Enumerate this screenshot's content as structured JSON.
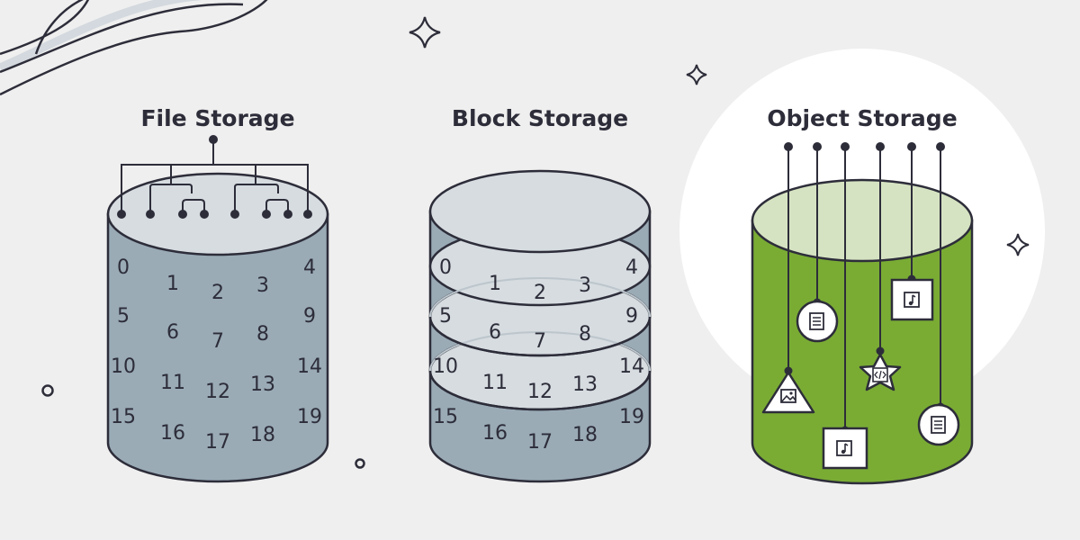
{
  "titles": {
    "file": "File Storage",
    "block": "Block Storage",
    "object": "Object Storage"
  },
  "cylinder_numbers": [
    "0",
    "1",
    "2",
    "3",
    "4",
    "5",
    "6",
    "7",
    "8",
    "9",
    "10",
    "11",
    "12",
    "13",
    "14",
    "15",
    "16",
    "17",
    "18",
    "19"
  ],
  "colors": {
    "background": "#efefef",
    "ink": "#2d2d3a",
    "steel_side": "#9aabb6",
    "steel_top": "#d6dce0",
    "green_side": "#7aac34",
    "green_top": "#d6e3c2",
    "object_halo": "#ffffff"
  },
  "object_icons": [
    "picture-icon",
    "document-icon",
    "music-icon",
    "code-icon",
    "music-icon",
    "document-icon"
  ]
}
